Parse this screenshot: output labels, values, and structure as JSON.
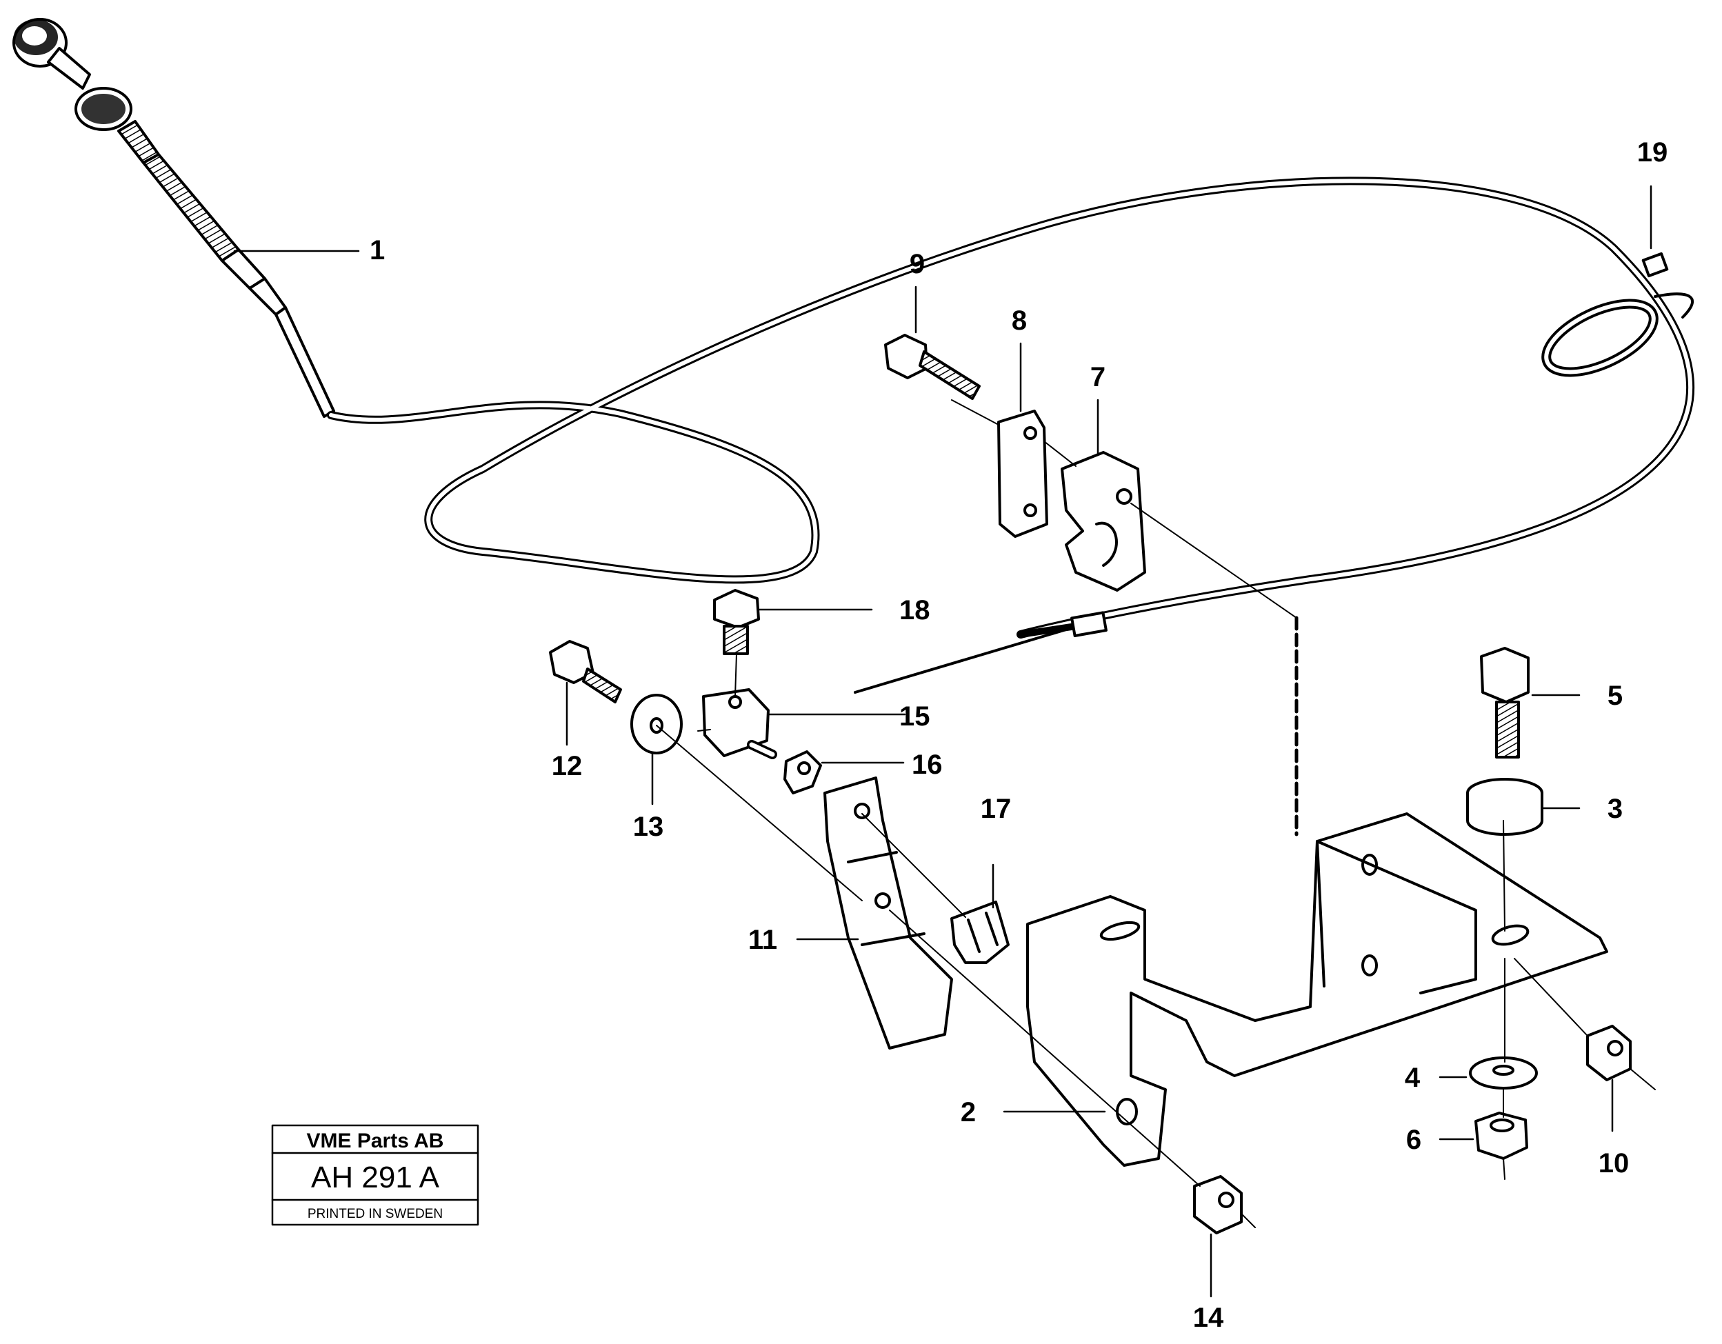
{
  "callouts": {
    "c1": "1",
    "c2": "2",
    "c3": "3",
    "c4": "4",
    "c5": "5",
    "c6": "6",
    "c7": "7",
    "c8": "8",
    "c9": "9",
    "c10": "10",
    "c11": "11",
    "c12": "12",
    "c13": "13",
    "c14": "14",
    "c15": "15",
    "c16": "16",
    "c17": "17",
    "c18": "18",
    "c19": "19"
  },
  "title_block": {
    "company": "VME Parts AB",
    "code": "AH 291  A",
    "printed": "PRINTED IN SWEDEN"
  }
}
